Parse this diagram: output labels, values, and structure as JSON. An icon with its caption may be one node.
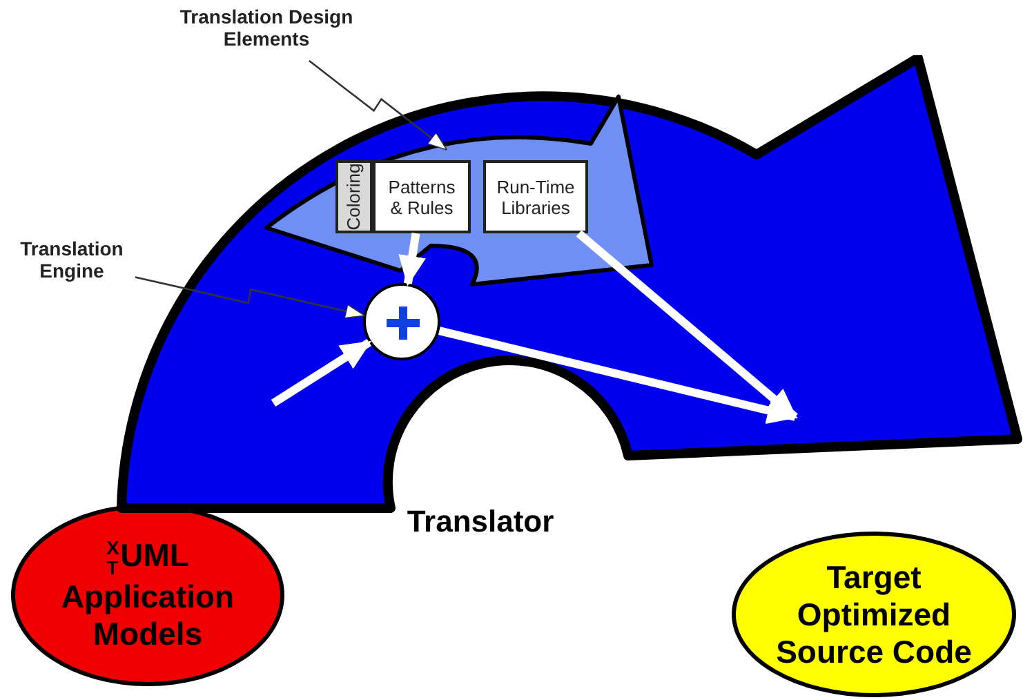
{
  "diagram": {
    "nodes": [
      {
        "text": [
          "Translation Design Elements"
        ]
      },
      {
        "text": [
          "Translation Engine"
        ]
      },
      {
        "text": [
          "Translator"
        ]
      },
      {
        "text": [],
        "shape": "arrow",
        "in": 2
      },
      {
        "text": [
          "Coloring"
        ],
        "in": 3
      },
      {
        "text": [
          "Patterns & Rules"
        ],
        "in": 3
      },
      {
        "text": [
          "Run-Time Libraries"
        ],
        "in": 3
      },
      {
        "text": [],
        "shape": "circle",
        "in": 2
      },
      {
        "text": [
          "$^{X}$$_{T}$UML Application Models"
        ]
      },
      {
        "text": [
          "Target Optimized Source Code"
        ]
      }
    ],
    "edges": [
      {
        "from": 0,
        "to": 3,
        "arrow": "to",
        "color": "#333333"
      },
      {
        "from": 1,
        "to": 7,
        "arrow": "to",
        "color": "#333333"
      },
      {
        "from": 5,
        "to": 7,
        "arrow": "to"
      },
      {
        "from": null,
        "to": 7,
        "arrow": "to"
      },
      {
        "from": 7,
        "to": null,
        "arrow": "to"
      },
      {
        "from": 6,
        "to": null,
        "arrow": "to"
      }
    ]
  }
}
